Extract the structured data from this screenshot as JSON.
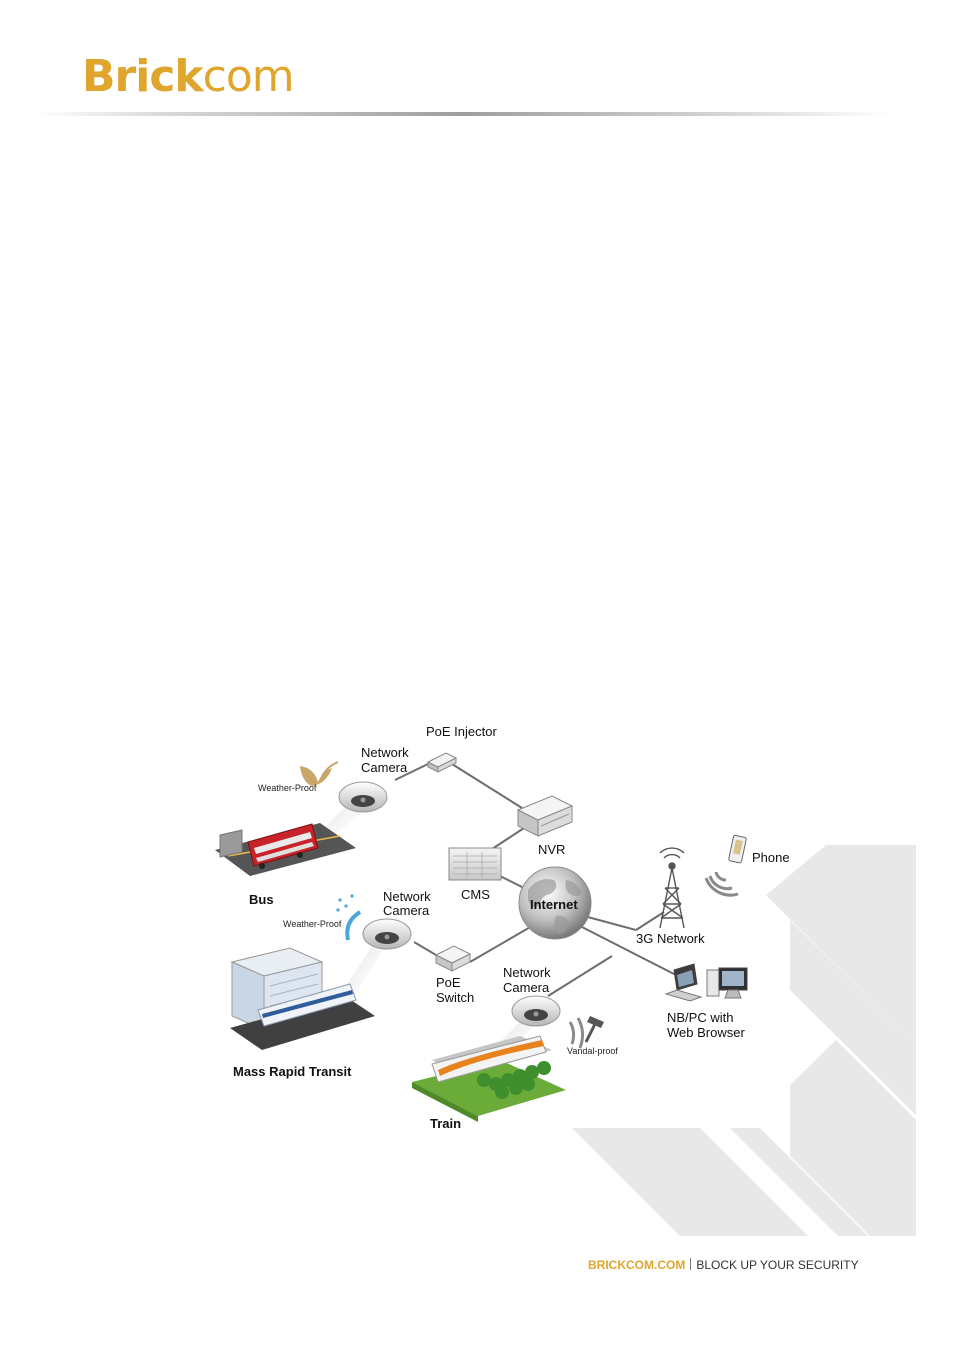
{
  "brand": {
    "logo_bold": "Brick",
    "logo_light": "com",
    "colors": {
      "accent": "#DFA52C",
      "rule": "#9e9e9e",
      "watermark": "#e6e6e6"
    }
  },
  "diagram": {
    "labels": {
      "poe_injector": "PoE Injector",
      "network_camera_1_line1": "Network",
      "network_camera_1_line2": "Camera",
      "weather_proof_1": "Weather-Proof",
      "nvr": "NVR",
      "phone": "Phone",
      "bus": "Bus",
      "cms": "CMS",
      "internet": "Internet",
      "network_camera_2_line1": "Network",
      "network_camera_2_line2": "Camera",
      "weather_proof_2": "Weather-Proof",
      "network_3g": "3G Network",
      "poe_switch_line1": "PoE",
      "poe_switch_line2": "Switch",
      "network_camera_3_line1": "Network",
      "network_camera_3_line2": "Camera",
      "nbpc_line1": "NB/PC  with",
      "nbpc_line2": "Web  Browser",
      "vandal_proof": "Vandal-proof",
      "mass_rapid_transit": "Mass Rapid Transit",
      "train": "Train"
    },
    "icons": [
      "dome-camera-icon",
      "poe-injector-icon",
      "nvr-icon",
      "cms-icon",
      "globe-icon",
      "cell-tower-icon",
      "phone-icon",
      "laptop-icon",
      "desktop-icon",
      "poe-switch-icon",
      "bus-icon",
      "metro-train-icon",
      "bullet-train-icon",
      "weather-proof-icon",
      "vandal-proof-icon"
    ]
  },
  "footer": {
    "brand": "BRICKCOM.COM",
    "slogan": "BLOCK UP YOUR SECURITY"
  }
}
